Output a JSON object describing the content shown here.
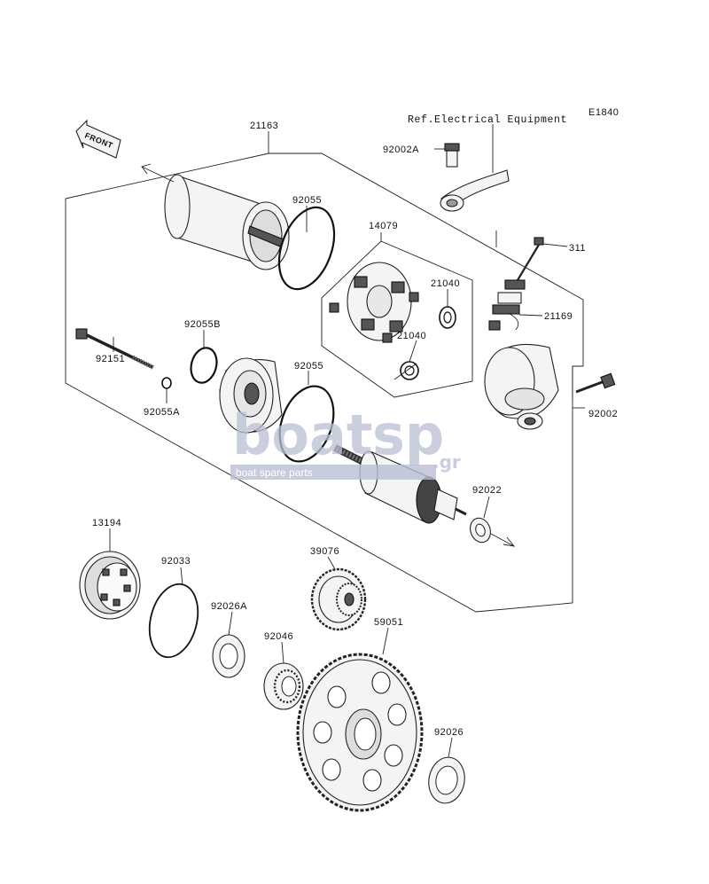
{
  "diagram_code": "E1840",
  "reference_note": "Ref.Electrical Equipment",
  "front_arrow_label": "FRONT",
  "watermark": {
    "brand_left": "boat",
    "brand_right": "sp",
    "suffix": ".gr",
    "tagline": "boat spare parts"
  },
  "parts": {
    "p21163": "21163",
    "p92002A": "92002A",
    "p92055_top": "92055",
    "p14079": "14079",
    "p311": "311",
    "p21040_a": "21040",
    "p21040_b": "21040",
    "p21169": "21169",
    "p92055B": "92055B",
    "p92151": "92151",
    "p92055_mid": "92055",
    "p92055A": "92055A",
    "p92002": "92002",
    "p92022": "92022",
    "p13194": "13194",
    "p92033": "92033",
    "p39076": "39076",
    "p92026A": "92026A",
    "p92046": "92046",
    "p59051": "59051",
    "p92026": "92026"
  }
}
